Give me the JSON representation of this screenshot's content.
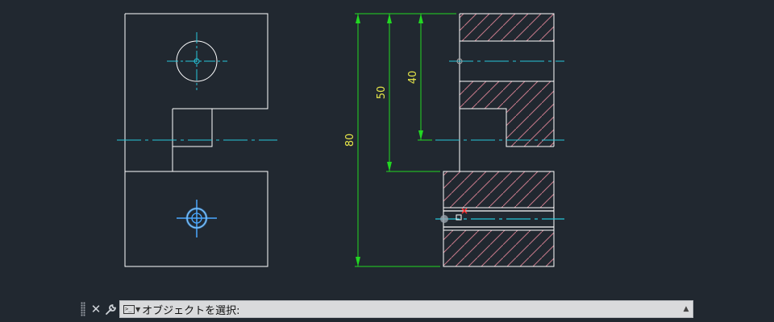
{
  "drawing": {
    "dimensions": [
      {
        "id": "dim-80",
        "text": "80"
      },
      {
        "id": "dim-50",
        "text": "50"
      },
      {
        "id": "dim-40",
        "text": "40"
      }
    ],
    "colors": {
      "background": "#212830",
      "outline": "#ffffff",
      "centerline": "#26c6da",
      "dimension": "#22d822",
      "dimension_text": "#e8e84a",
      "hatch": "#c77a8a",
      "selected": "#4aa8ff",
      "marker": "#ff3030"
    }
  },
  "commandline": {
    "close_icon": "close-icon",
    "settings_icon": "wrench-icon",
    "prompt_icon": "command-prompt-icon",
    "prompt_text": "オブジェクトを選択:",
    "history_icon": "triangle-up-icon"
  }
}
